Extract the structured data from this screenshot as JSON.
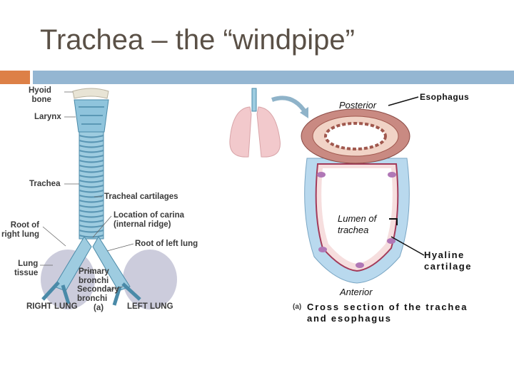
{
  "slide": {
    "title": "Trachea – the “windpipe”",
    "accent_color": "#dd8047",
    "bar_color": "#94b6d2"
  },
  "left_figure": {
    "labels": {
      "hyoid": "Hyoid\nbone",
      "larynx": "Larynx",
      "trachea": "Trachea",
      "tracheal_cartilages": "Tracheal cartilages",
      "carina": "Location of carina\n(internal ridge)",
      "root_right": "Root of\nright lung",
      "root_left": "Root of left lung",
      "lung_tissue": "Lung\ntissue",
      "primary_bronchi": "Primary\nbronchi",
      "secondary_bronchi": "Secondary\nbronchi",
      "right_lung": "RIGHT LUNG",
      "left_lung": "LEFT LUNG",
      "panel": "(a)"
    }
  },
  "right_figure": {
    "labels": {
      "posterior": "Posterior",
      "esophagus": "Esophagus",
      "lumen": "Lumen of\ntrachea",
      "hyaline": "Hyaline\ncartilage",
      "anterior": "Anterior",
      "panel": "(a)",
      "caption": "Cross section of the trachea\nand esophagus"
    }
  }
}
